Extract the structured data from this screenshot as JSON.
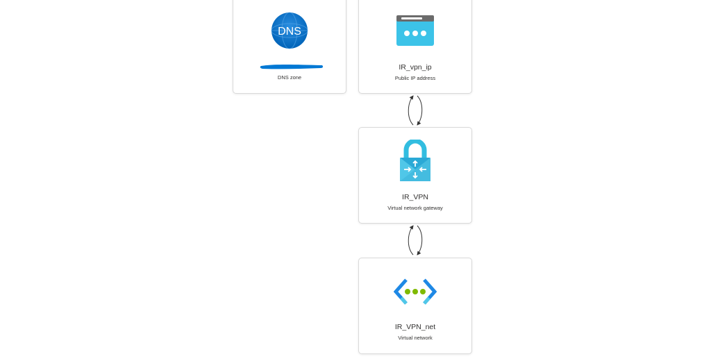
{
  "diagram": {
    "nodes": [
      {
        "id": "dns",
        "title": "",
        "subtitle": "DNS zone",
        "icon": "dns-zone-icon",
        "icon_text": "DNS",
        "title_redacted": true
      },
      {
        "id": "pip",
        "title": "IR_vpn_ip",
        "subtitle": "Public IP address",
        "icon": "public-ip-icon"
      },
      {
        "id": "vpn",
        "title": "IR_VPN",
        "subtitle": "Virtual network gateway",
        "icon": "vpn-gateway-icon"
      },
      {
        "id": "vnet",
        "title": "IR_VPN_net",
        "subtitle": "Virtual network",
        "icon": "virtual-network-icon"
      }
    ],
    "edges": [
      {
        "from": "pip",
        "to": "vpn",
        "direction": "bidirectional"
      },
      {
        "from": "vpn",
        "to": "vnet",
        "direction": "bidirectional"
      }
    ]
  },
  "colors": {
    "azure_blue": "#0078d4",
    "cyan": "#50c7e8",
    "green_dots": "#7fba00",
    "node_border": "#d9d9d9"
  }
}
